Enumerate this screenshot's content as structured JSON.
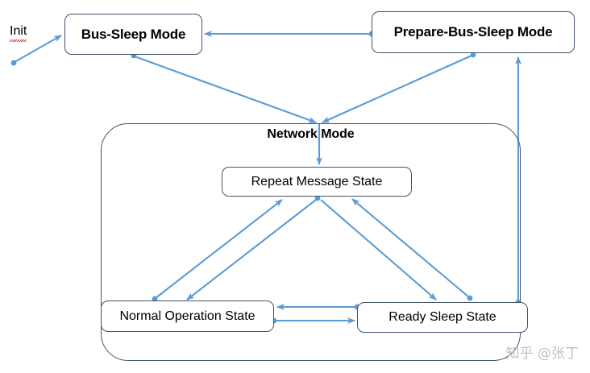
{
  "diagram": {
    "title_label": "Network Mode",
    "init_label": "Init",
    "watermark": "知乎 @张丁",
    "accent_color": "#5b9bd5",
    "node_border_color": "#44546a",
    "nodes": [
      {
        "id": "bus-sleep",
        "label": "Bus-Sleep Mode"
      },
      {
        "id": "prepare-bus-sleep",
        "label": "Prepare-Bus-Sleep Mode"
      },
      {
        "id": "network-mode",
        "label": "Network Mode"
      },
      {
        "id": "repeat-message",
        "label": "Repeat Message State"
      },
      {
        "id": "normal-operation",
        "label": "Normal Operation State"
      },
      {
        "id": "ready-sleep",
        "label": "Ready Sleep State"
      }
    ],
    "edges": [
      {
        "from": "init",
        "to": "bus-sleep"
      },
      {
        "from": "prepare-bus-sleep",
        "to": "bus-sleep"
      },
      {
        "from": "bus-sleep",
        "to": "network-mode"
      },
      {
        "from": "prepare-bus-sleep",
        "to": "network-mode"
      },
      {
        "from": "network-mode",
        "to": "repeat-message"
      },
      {
        "from": "normal-operation",
        "to": "repeat-message"
      },
      {
        "from": "repeat-message",
        "to": "normal-operation"
      },
      {
        "from": "ready-sleep",
        "to": "repeat-message"
      },
      {
        "from": "repeat-message",
        "to": "ready-sleep"
      },
      {
        "from": "ready-sleep",
        "to": "normal-operation"
      },
      {
        "from": "normal-operation",
        "to": "ready-sleep"
      },
      {
        "from": "ready-sleep",
        "to": "prepare-bus-sleep"
      }
    ]
  }
}
